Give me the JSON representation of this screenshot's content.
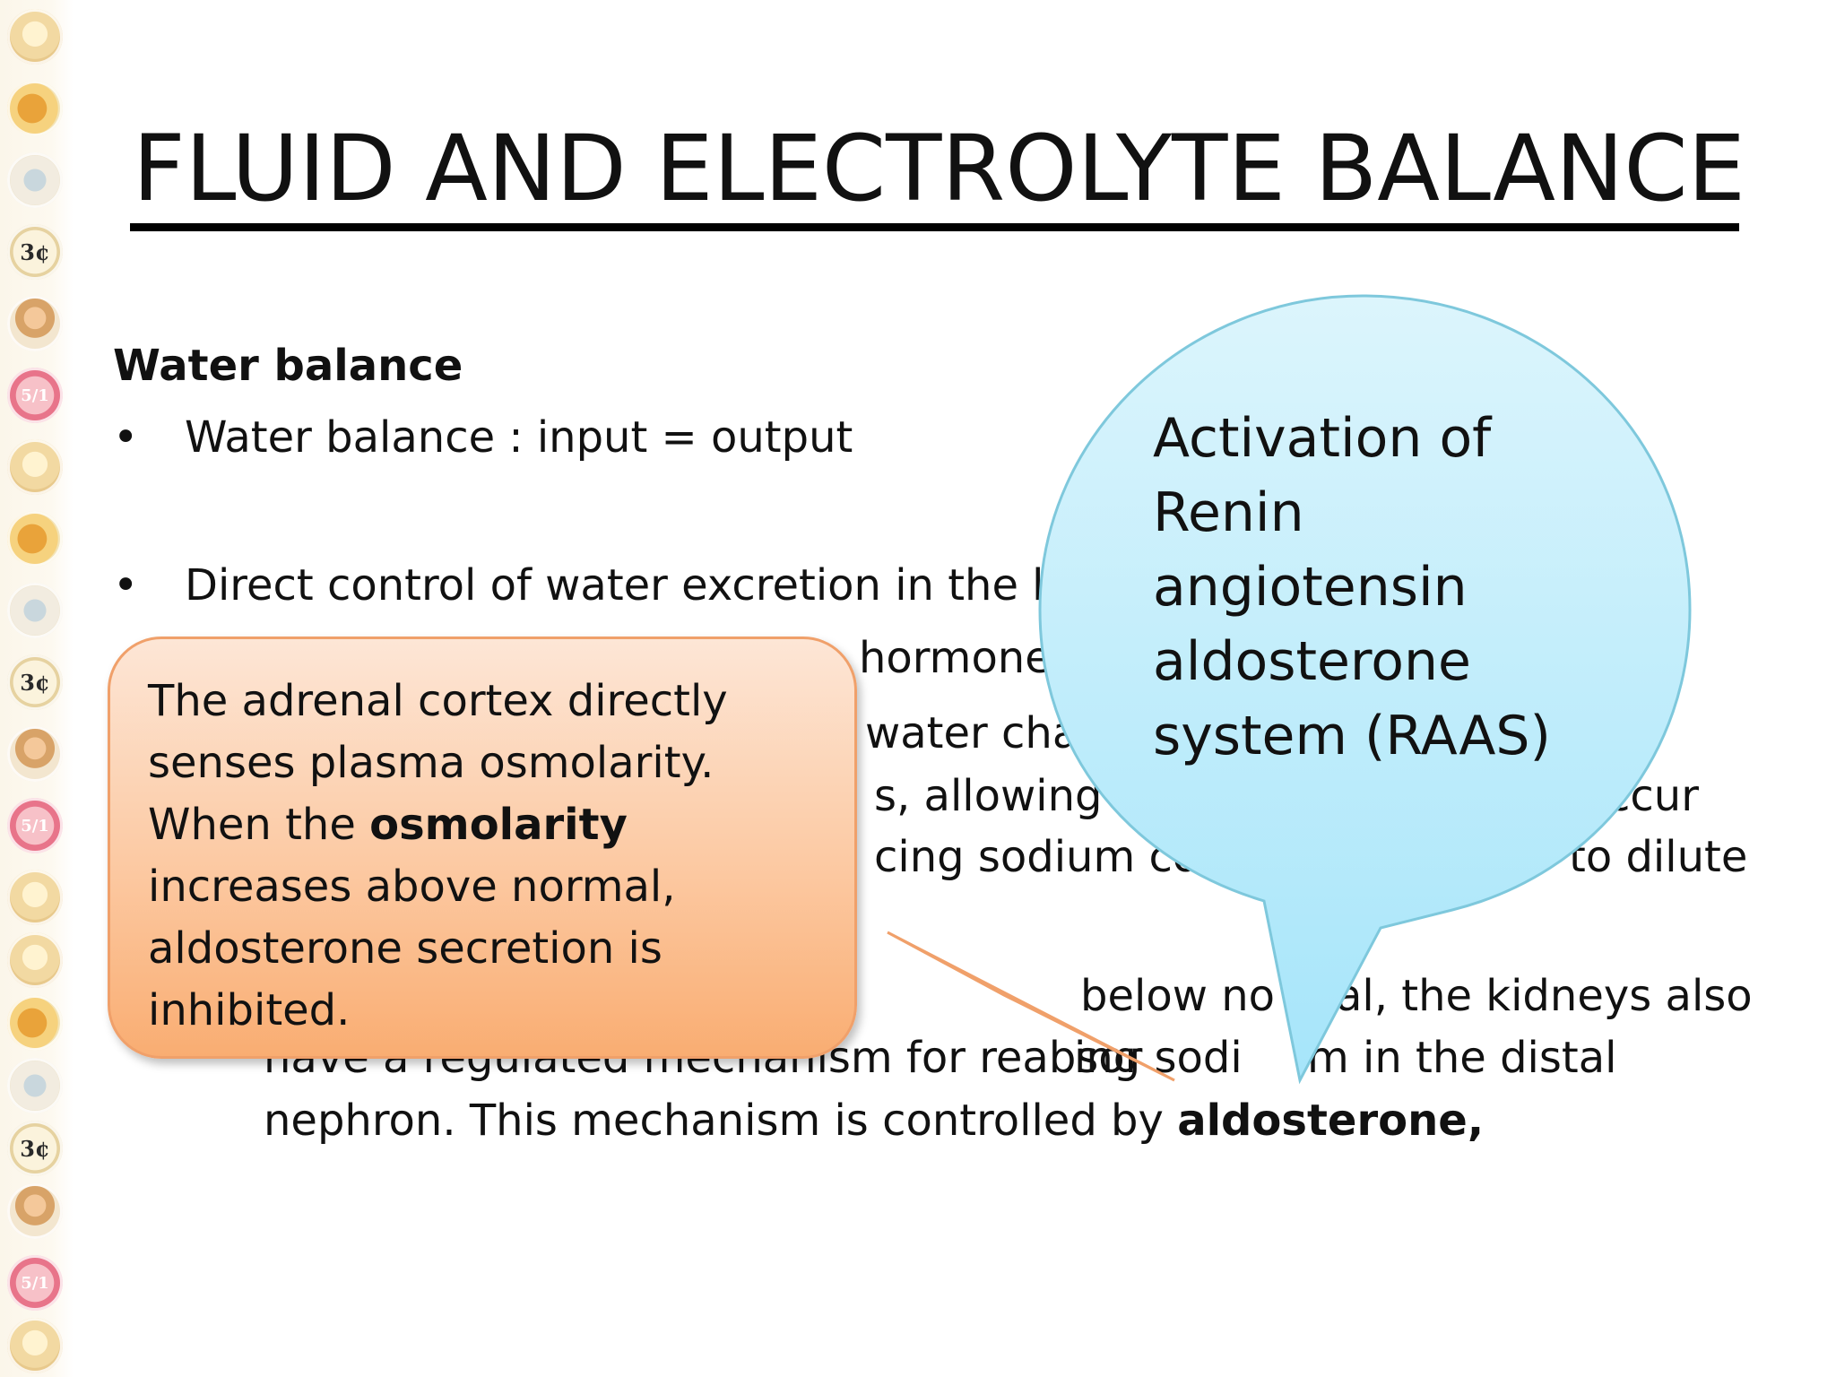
{
  "slide": {
    "title": "FLUID AND ELECTROLYTE BALANCE",
    "section_heading": "Water balance",
    "bullet_1": "Water balance : input = output",
    "bullet_2_visible": "Direct control of water excretion in the ki",
    "line_hormone": "hormone",
    "line_water_cha": "water cha",
    "line_allowing": "s, allowing",
    "line_ccur": "ccur",
    "line_sodium": "cing sodium co",
    "line_dilute": "to dilute",
    "line_below": "below no",
    "line_kidneys_also": "al, the kidneys also",
    "line_regulated_a": "have a regulated mechanism for reabsor",
    "line_regulated_b": "ing sodi",
    "line_regulated_c": "m in the distal",
    "line_nephron": "nephron. This mechanism is controlled by ",
    "line_nephron_bold": "aldosterone,"
  },
  "callout_orange": {
    "text_1": "The adrenal cortex directly senses plasma osmolarity. When the ",
    "text_bold": "osmolarity",
    "text_2": " increases above normal, aldosterone secretion is inhibited."
  },
  "callout_blue": {
    "line_1": "Activation of",
    "line_2": "Renin",
    "line_3": "angiotensin",
    "line_4": "aldosterone",
    "line_5": "system (RAAS)"
  },
  "colors": {
    "callout_orange_top": "#fde6d6",
    "callout_orange_bottom": "#f9ad72",
    "callout_blue_top": "#d8f4fb",
    "callout_blue_bottom": "#a8e6fa"
  },
  "decor_stamps": [
    "cup-stamp-icon",
    "fruit-stamp-icon",
    "toy-stamp-icon",
    "coin-stamp-icon",
    "kid-stamp-icon",
    "price-stamp-icon"
  ]
}
